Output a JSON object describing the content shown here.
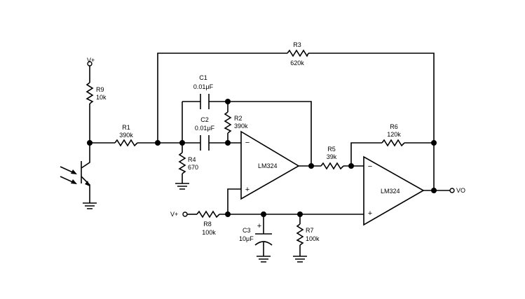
{
  "supply": {
    "top": "V+",
    "bottom": "V+"
  },
  "output": "VO",
  "components": {
    "r1": {
      "name": "R1",
      "value": "390k"
    },
    "r2": {
      "name": "R2",
      "value": "390k"
    },
    "r3": {
      "name": "R3",
      "value": "620k"
    },
    "r4": {
      "name": "R4",
      "value": "670"
    },
    "r5": {
      "name": "R5",
      "value": "39k"
    },
    "r6": {
      "name": "R6",
      "value": "120k"
    },
    "r7": {
      "name": "R7",
      "value": "100k"
    },
    "r8": {
      "name": "R8",
      "value": "100k"
    },
    "r9": {
      "name": "R9",
      "value": "10k"
    },
    "c1": {
      "name": "C1",
      "value": "0.01μF"
    },
    "c2": {
      "name": "C2",
      "value": "0.01μF"
    },
    "c3": {
      "name": "C3",
      "value": "10μF"
    }
  },
  "opamps": {
    "u1": {
      "label": "LM324",
      "minus": "−",
      "plus": "+"
    },
    "u2": {
      "label": "LM324",
      "minus": "−",
      "plus": "+"
    }
  },
  "capacitor_polarity": "+"
}
